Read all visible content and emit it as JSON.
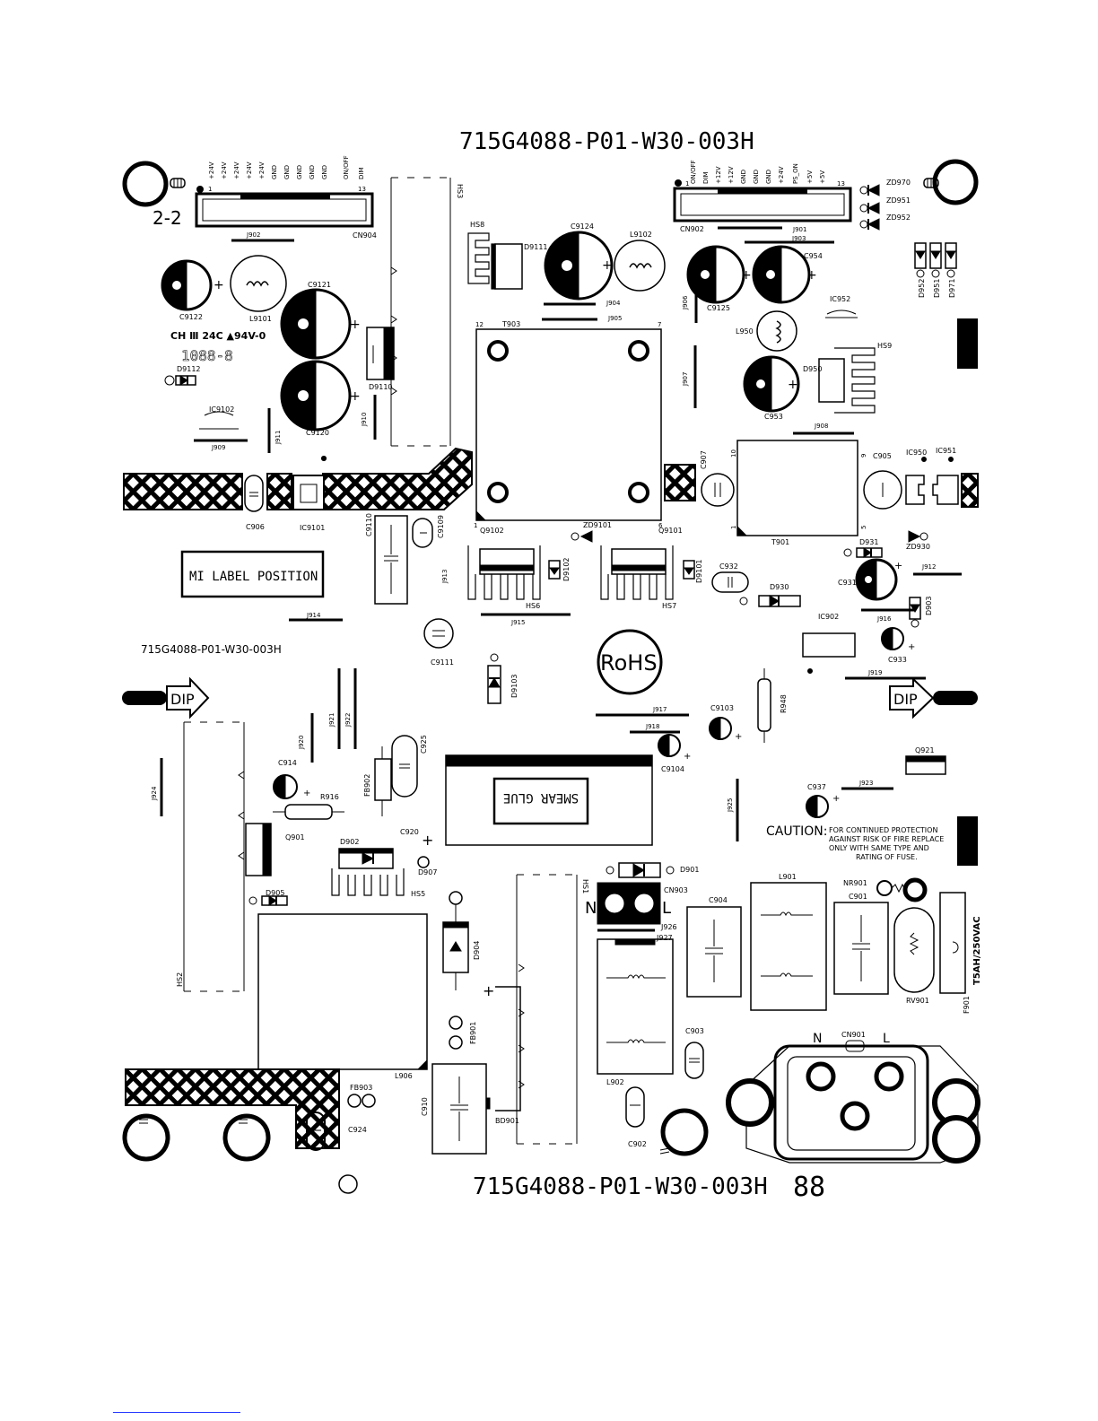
{
  "board": {
    "part_number": "715G4088-P01-W30-003H",
    "part_number_small": "715G4088-P01-W30-003H",
    "side_mark": "2-2",
    "date_code": "88",
    "cert_text": "CH Ⅲ 24C ▲94V-0",
    "pcb_digits": "1088-8"
  },
  "connectors": {
    "cn904": {
      "ref": "CN904",
      "pins": [
        "+24V",
        "+24V",
        "+24V",
        "+24V",
        "+24V",
        "GND",
        "GND",
        "GND",
        "GND",
        "GND",
        "ON/OFF",
        "DIM"
      ],
      "pin_first": "1",
      "pin_last": "13"
    },
    "cn902": {
      "ref": "CN902",
      "pins": [
        "ON/OFF",
        "DIM",
        "+12V",
        "+12V",
        "GND",
        "GND",
        "GND",
        "+24V",
        "PS_ON",
        "+5V",
        "+5V"
      ],
      "pin_first": "1",
      "pin_last": "13"
    },
    "cn901": {
      "ref": "CN901",
      "n": "N",
      "l": "L"
    },
    "cn903": {
      "ref": "CN903",
      "n": "N",
      "l": "L"
    }
  },
  "labels": {
    "mi_label": "MI LABEL POSITION",
    "rohs": "RoHS",
    "smear_glue": "SMEAR GLUE",
    "dip": "DIP",
    "caution_title": "CAUTION:",
    "caution_lines": [
      "FOR CONTINUED PROTECTION",
      "AGAINST RISK OF FIRE REPLACE",
      "ONLY WITH SAME TYPE AND",
      "RATING OF FUSE."
    ],
    "fuse_rating": "T5AH/250VAC"
  },
  "refs": {
    "j902": "J902",
    "c9122": "C9122",
    "l9101": "L9101",
    "c9121": "C9121",
    "c9120": "C9120",
    "d9110": "D9110",
    "d9112": "D9112",
    "ic9102": "IC9102",
    "j909": "J909",
    "j911": "J911",
    "j910": "J910",
    "hs3": "HS3",
    "hs8": "HS8",
    "d9111": "D9111",
    "c9124": "C9124",
    "l9102": "L9102",
    "j904": "J904",
    "j905": "J905",
    "t903": "T903",
    "t903_p12": "12",
    "t903_p7": "7",
    "t903_p1": "1",
    "t903_p6": "6",
    "j901": "J901",
    "j903": "J903",
    "j906": "J906",
    "c9125": "C9125",
    "c954": "C954",
    "ic952": "IC952",
    "l950": "L950",
    "hs9": "HS9",
    "d950": "D950",
    "c953": "C953",
    "j908": "J908",
    "j907": "J907",
    "zd970": "ZD970",
    "zd951": "ZD951",
    "zd952": "ZD952",
    "d952": "D952",
    "d951": "D951",
    "d971": "D971",
    "c906": "C906",
    "ic9101": "IC9101",
    "c9110": "C9110",
    "c9109": "C9109",
    "q9102": "Q9102",
    "zd9101": "ZD9101",
    "q9101": "Q9101",
    "c907": "C907",
    "t901": "T901",
    "t901_p10": "10",
    "t901_p9": "9",
    "t901_p1": "1",
    "t901_p5": "5",
    "c905": "C905",
    "ic950": "IC950",
    "ic951": "IC951",
    "d931": "D931",
    "zd930": "ZD930",
    "c931": "C931",
    "j912": "J912",
    "j913": "J913",
    "d9102": "D9102",
    "hs6": "HS6",
    "d9101": "D9101",
    "hs7": "HS7",
    "c932": "C932",
    "d930": "D930",
    "d903": "D903",
    "j916": "J916",
    "j915": "J915",
    "j914": "J914",
    "ic902": "IC902",
    "c933": "C933",
    "c9111": "C9111",
    "d9103": "D9103",
    "r948": "R948",
    "j919": "J919",
    "j917": "J917",
    "j918": "J918",
    "c9103": "C9103",
    "c9104": "C9104",
    "j920": "J920",
    "j921": "J921",
    "j922": "J922",
    "c925": "C925",
    "c914": "C914",
    "fb902": "FB902",
    "r916": "R916",
    "j924": "J924",
    "q921": "Q921",
    "j923": "J923",
    "c937": "C937",
    "j925": "J925",
    "q901": "Q901",
    "d902": "D902",
    "c920": "C920",
    "d907": "D907",
    "hs5": "HS5",
    "d905": "D905",
    "hs2": "HS2",
    "d904": "D904",
    "l906": "L906",
    "fb901": "FB901",
    "fb903": "FB903",
    "c924": "C924",
    "c910": "C910",
    "bd901": "BD901",
    "hs1": "HS1",
    "d901": "D901",
    "j926": "J926",
    "j927": "J927",
    "c904": "C904",
    "l901": "L901",
    "nr901": "NR901",
    "c901": "C901",
    "rv901": "RV901",
    "f901": "F901",
    "l902": "L902",
    "c903": "C903",
    "c902": "C902"
  }
}
